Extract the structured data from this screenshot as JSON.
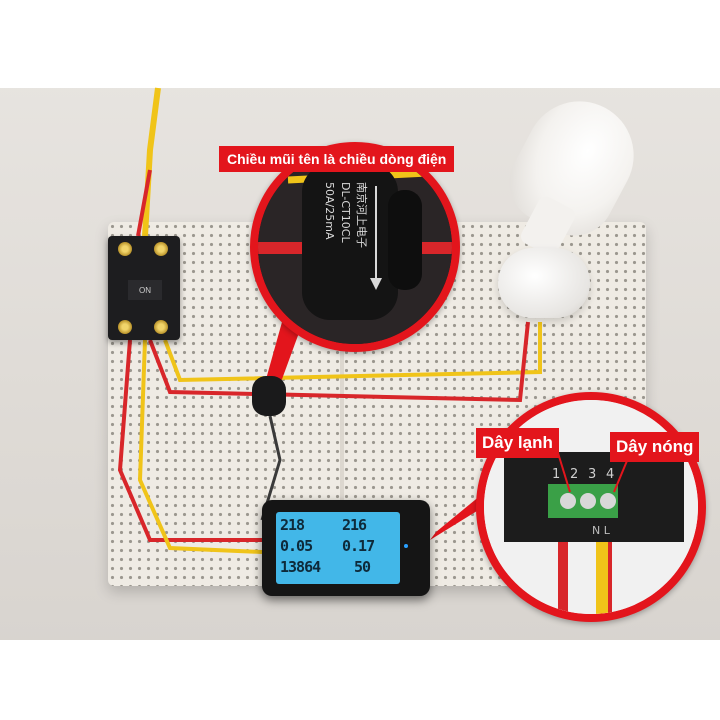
{
  "annotations": {
    "arrow_direction_caption": "Chiều mũi tên là chiều dòng điện",
    "cold_wire_label": "Dây lạnh",
    "hot_wire_label": "Dây nóng"
  },
  "breaker": {
    "switch_label": "ON"
  },
  "current_transformer": {
    "marking_line1": "南京河上电子",
    "marking_line2": "DL-CT10CL",
    "marking_line3": "50A/25mA"
  },
  "terminal_block": {
    "numbers": [
      "1",
      "2",
      "3",
      "4"
    ],
    "bottom_label": "N L"
  },
  "meter_display": {
    "row1_left": "218",
    "row1_right": "216",
    "row2_left": "0.05",
    "row2_right": "0.17",
    "row3_left": "13864",
    "row3_right": "50"
  },
  "colors": {
    "annotation_red": "#e3151c",
    "screen_blue": "#42b7e8",
    "wire_red": "#d8262a",
    "wire_yellow": "#f0c419"
  }
}
